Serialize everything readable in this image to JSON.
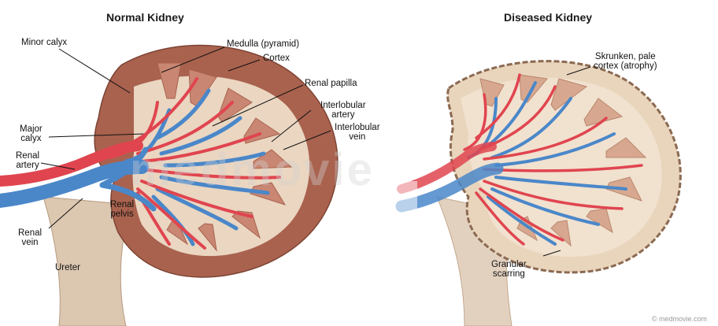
{
  "titles": {
    "normal": "Normal Kidney",
    "diseased": "Diseased Kidney"
  },
  "normal_labels": {
    "minor_calyx": "Minor calyx",
    "medulla": "Medulla (pyramid)",
    "cortex": "Cortex",
    "renal_papilla": "Renal papilla",
    "interlobular_artery": "Interlobular\nartery",
    "interlobular_vein": "Interlobular\nvein",
    "major_calyx": "Major\ncalyx",
    "renal_artery": "Renal\nartery",
    "renal_pelvis": "Renal\npelvis",
    "renal_vein": "Renal\nvein",
    "ureter": "Ureter"
  },
  "diseased_labels": {
    "shrunken_cortex": "Skrunken, pale\ncortex (atrophy)",
    "granular_scarring": "Granular\nscarring"
  },
  "watermark": "medmovie",
  "credit": "© medmovie.com",
  "colors": {
    "cortex_normal": "#a9624e",
    "cortex_diseased": "#e9d5bc",
    "medulla": "#c98672",
    "tissue": "#ead6c1",
    "artery": "#e0454f",
    "vein": "#4a87c9",
    "ureter": "#d9c3ad"
  }
}
